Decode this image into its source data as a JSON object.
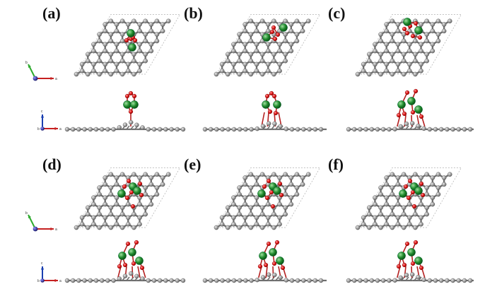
{
  "panels": [
    {
      "label": "(a)",
      "o_atoms": 4,
      "pt_atoms": 3
    },
    {
      "label": "(b)",
      "o_atoms": 4,
      "pt_atoms": 2
    },
    {
      "label": "(c)",
      "o_atoms": 6,
      "pt_atoms": 3
    },
    {
      "label": "(d)",
      "o_atoms": 7,
      "pt_atoms": 3
    },
    {
      "label": "(e)",
      "o_atoms": 8,
      "pt_atoms": 3
    },
    {
      "label": "(f)",
      "o_atoms": 9,
      "pt_atoms": 3
    }
  ],
  "axes_top": {
    "a": "a",
    "b": "b"
  },
  "axes_side": {
    "a": "a",
    "b": "b",
    "c": "c"
  },
  "colors": {
    "carbon": "#8a8a8a",
    "bond": "#6f6f6f",
    "oxygen": "#e01818",
    "platinum": "#1f8a2c",
    "axis_a": "#c62020",
    "axis_b": "#2eaa2e",
    "axis_c": "#1a3fb0"
  }
}
